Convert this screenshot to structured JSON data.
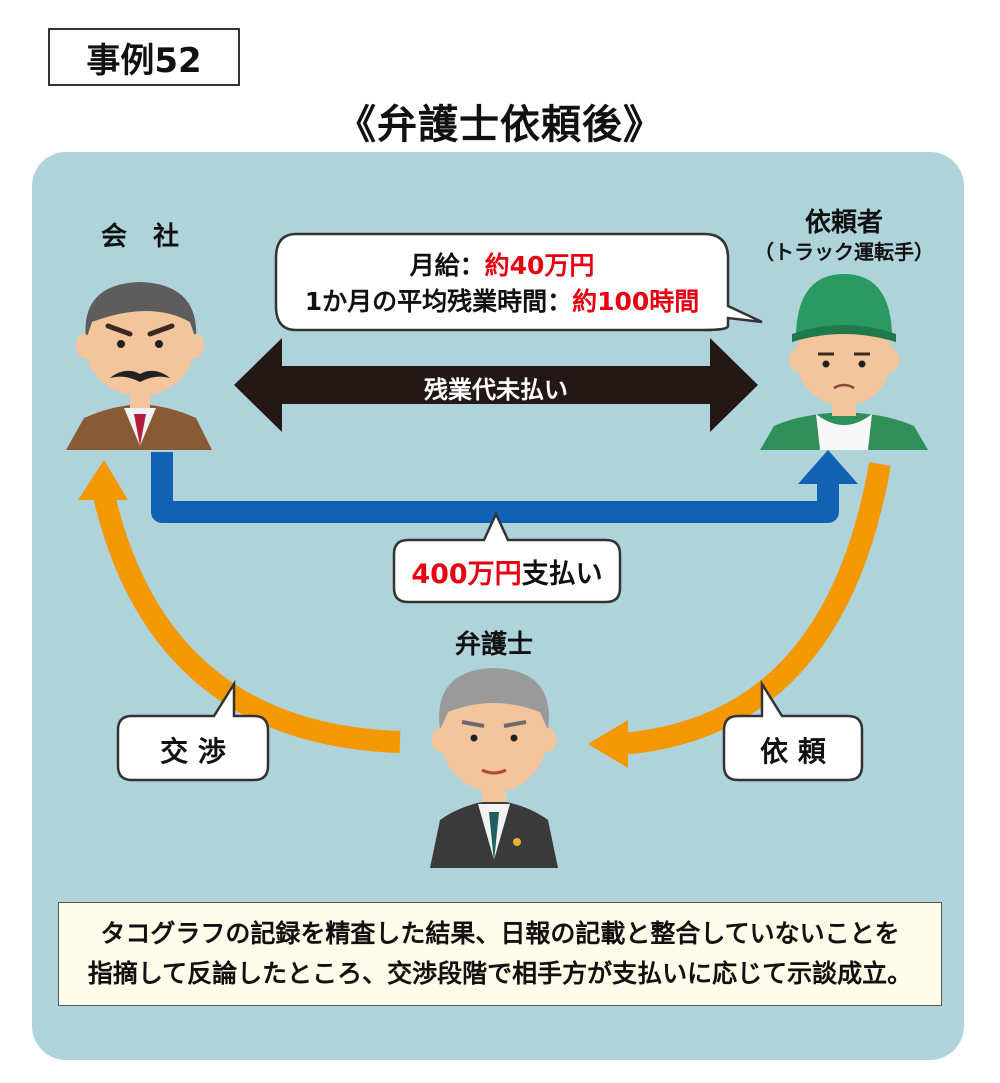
{
  "case_label": "事例52",
  "title": "《弁護士依頼後》",
  "company": {
    "label": "会　社"
  },
  "client": {
    "label": "依頼者",
    "sublabel": "（トラック運転手）"
  },
  "lawyer": {
    "label": "弁護士"
  },
  "salary_bubble": {
    "line1_prefix": "月給：",
    "line1_value": "約40万円",
    "line2_prefix": "1か月の平均残業時間：",
    "line2_value": "約100時間"
  },
  "dispute_arrow_label": "残業代未払い",
  "payment": {
    "amount": "400万円",
    "suffix": "支払い"
  },
  "negotiation_label": "交 渉",
  "request_label": "依 頼",
  "note": {
    "line1": "タコグラフの記録を精査した結果、日報の記載と整合していないことを",
    "line2": "指摘して反論したところ、交渉段階で相手方が支払いに応じて示談成立。"
  },
  "colors": {
    "panel": "#aed3db",
    "dispute_arrow": "#231815",
    "payment_arrow": "#1161b4",
    "orange_arrow": "#f39800",
    "highlight_red": "#e60012"
  }
}
